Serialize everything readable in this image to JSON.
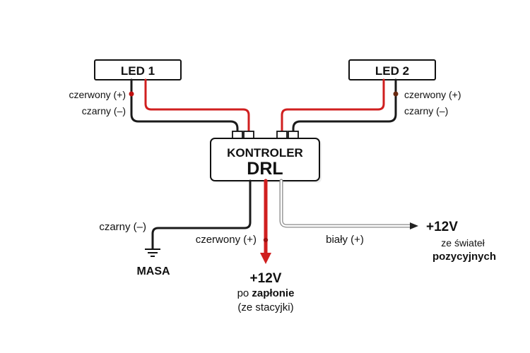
{
  "led1": {
    "label": "LED 1",
    "red_wire": "czerwony (+)",
    "black_wire": "czarny (–)"
  },
  "led2": {
    "label": "LED 2",
    "red_wire": "czerwony (+)",
    "black_wire": "czarny (–)"
  },
  "controller": {
    "line1": "KONTROLER",
    "line2": "DRL"
  },
  "ground": {
    "wire_label": "czarny (–)",
    "label": "MASA"
  },
  "ignition": {
    "wire_label": "czerwony (+)",
    "voltage": "+12V",
    "line1_prefix": "po ",
    "line1_bold": "zapłonie",
    "line2": "(ze stacyjki)"
  },
  "position": {
    "wire_label": "biały (+)",
    "voltage": "+12V",
    "line1": "ze świateł",
    "line2": "pozycyjnych"
  },
  "colors": {
    "red": "#d01f1f",
    "black": "#1a1a1a",
    "white_wire": "#9a9a9a",
    "white_fill": "#ffffff"
  }
}
